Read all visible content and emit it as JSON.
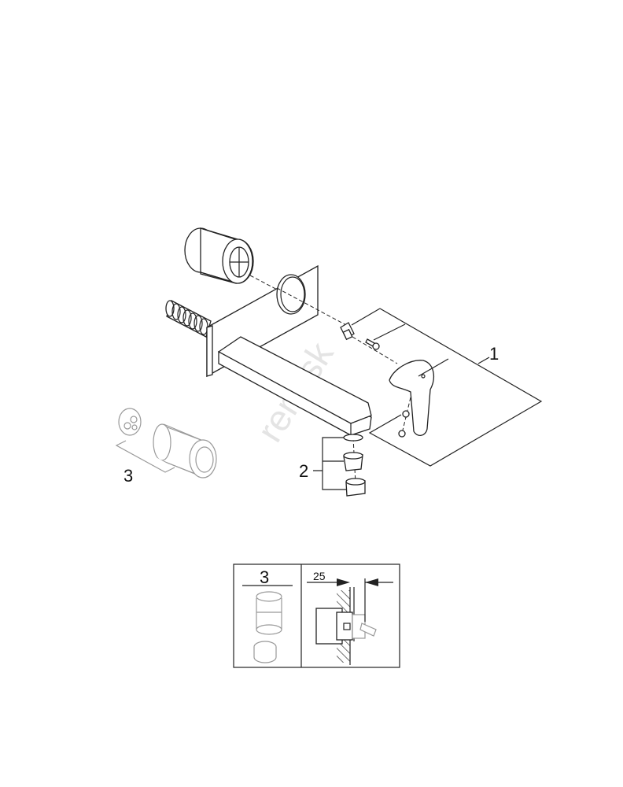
{
  "watermark": "rent.sk",
  "callouts": {
    "part_1": "1",
    "part_2": "2",
    "part_3": "3"
  },
  "detail_box": {
    "part_label": "3",
    "dimension": "25"
  }
}
